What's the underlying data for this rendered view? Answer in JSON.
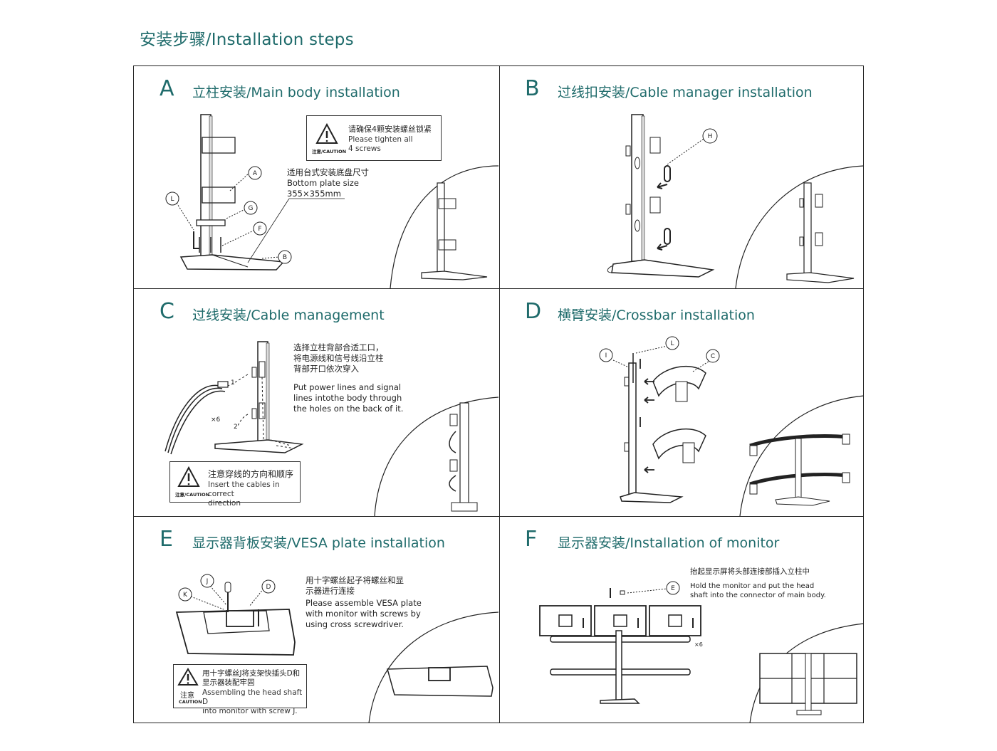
{
  "page_title": "安装步骤/Installation steps",
  "steps": [
    {
      "letter": "A",
      "title": "立柱安装/Main body installation",
      "caution": {
        "zh": "请确保4颗安装螺丝锁紧",
        "en": "Please tighten all\n4 screws",
        "label": "注意/CAUTION"
      },
      "note": "适用台式安装底盘尺寸\nBottom plate size\n355×355mm",
      "callouts": [
        "A",
        "L",
        "G",
        "F",
        "B"
      ]
    },
    {
      "letter": "B",
      "title": "过线扣安装/Cable manager installation",
      "callouts": [
        "H"
      ]
    },
    {
      "letter": "C",
      "title": "过线安装/Cable management",
      "note_zh": "选择立柱背部合适工口，\n将电源线和信号线沿立柱\n背部开口依次穿入",
      "note_en": "Put power lines and signal\nlines intothe body through\nthe holes on the back of it.",
      "caution": {
        "zh": "注意穿线的方向和顺序",
        "en": "Insert the cables in correct\ndirection",
        "label": "注意/CAUTION"
      },
      "labels": [
        "1",
        "2",
        "×6"
      ]
    },
    {
      "letter": "D",
      "title": "横臂安装/Crossbar installation",
      "callouts": [
        "L",
        "I",
        "C"
      ]
    },
    {
      "letter": "E",
      "title": "显示器背板安装/VESA plate installation",
      "note_zh": "用十字螺丝起子将螺丝和显\n示器进行连接",
      "note_en": "Please assemble VESA plate\nwith monitor with screws by\nusing cross screwdriver.",
      "caution": {
        "zh": "用十字螺丝J将支架快插头D和\n显示器装配牢固",
        "en": "Assembling the head shaft D\ninto monitor with screw J.",
        "label_zh": "注意",
        "label": "CAUTION"
      },
      "callouts": [
        "J",
        "K",
        "D"
      ]
    },
    {
      "letter": "F",
      "title": "显示器安装/Installation of monitor",
      "note_zh": "抬起显示屏将头部连接部插入立柱中",
      "note_en": "Hold the monitor and put the head\nshaft into the connector of main body.",
      "callouts": [
        "E"
      ],
      "labels": [
        "×6"
      ]
    }
  ]
}
